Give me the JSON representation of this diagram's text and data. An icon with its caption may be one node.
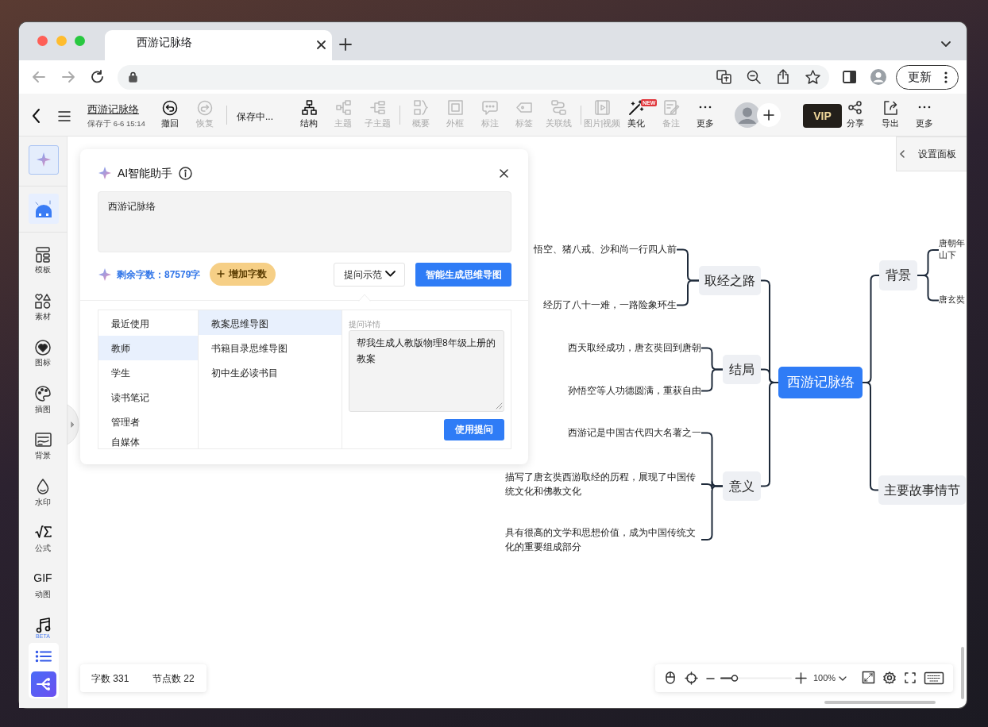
{
  "diagram": {
    "nodes": [
      {
        "text": [
          "西游记脉络"
        ]
      },
      {
        "text": [
          "取经之路"
        ]
      },
      {
        "text": [
          "结局"
        ]
      },
      {
        "text": [
          "意义"
        ]
      },
      {
        "text": [
          "背景"
        ]
      },
      {
        "text": [
          "主要故事情节"
        ]
      },
      {
        "text": [
          "悟空、猪八戒、沙和尚一行四人前"
        ]
      },
      {
        "text": [
          "经历了八十一难，一路险象环生"
        ]
      },
      {
        "text": [
          "西天取经成功，唐玄奘回到唐朝"
        ]
      },
      {
        "text": [
          "孙悟空等人功德圆满，重获自由"
        ]
      },
      {
        "text": [
          "西游记是中国古代四大名著之一"
        ]
      },
      {
        "text": [
          "描写了唐玄奘西游取经的历程，展现了中国传统文化和佛教文化"
        ]
      },
      {
        "text": [
          "具有很高的文学和思想价值，成为中国传统文化的重要组成部分"
        ]
      },
      {
        "text": [
          "唐朝年山下"
        ]
      },
      {
        "text": [
          "唐玄奘"
        ]
      }
    ],
    "edges": [
      {
        "from": 0,
        "to": 1,
        "arrow": "none"
      },
      {
        "from": 0,
        "to": 2,
        "arrow": "none"
      },
      {
        "from": 0,
        "to": 3,
        "arrow": "none"
      },
      {
        "from": 0,
        "to": 4,
        "arrow": "none"
      },
      {
        "from": 0,
        "to": 5,
        "arrow": "none"
      },
      {
        "from": 1,
        "to": 6,
        "arrow": "none"
      },
      {
        "from": 1,
        "to": 7,
        "arrow": "none"
      },
      {
        "from": 2,
        "to": 8,
        "arrow": "none"
      },
      {
        "from": 2,
        "to": 9,
        "arrow": "none"
      },
      {
        "from": 3,
        "to": 10,
        "arrow": "none"
      },
      {
        "from": 3,
        "to": 11,
        "arrow": "none"
      },
      {
        "from": 3,
        "to": 12,
        "arrow": "none"
      },
      {
        "from": 4,
        "to": 13,
        "arrow": "none"
      },
      {
        "from": 4,
        "to": 14,
        "arrow": "none"
      }
    ],
    "labels": [
      "西游记脉络",
      "西游记脉络",
      "保存于 6-6 15:14",
      "撤回",
      "恢复",
      "保存中...",
      "结构",
      "主题",
      "子主题",
      "概要",
      "外框",
      "标注",
      "标签",
      "关联线",
      "图片|视频",
      "美化",
      "NEW",
      "备注",
      "更多",
      "VIP",
      "分享",
      "导出",
      "更多",
      "更新",
      "设置面板",
      "模板",
      "素材",
      "图标",
      "插图",
      "背景",
      "水印",
      "公式",
      "GIF",
      "动图",
      "BETA",
      "AI智能助手",
      "西游记脉络",
      "剩余字数：87579字",
      "增加字数",
      "提问示范",
      "智能生成思维导图",
      "最近使用",
      "教师",
      "学生",
      "读书笔记",
      "管理者",
      "自媒体",
      "教案思维导图",
      "书籍目录思维导图",
      "初中生必读书目",
      "提问详情",
      "帮我生成人教版物理8年级上册的教案",
      "使用提问",
      "字数 331",
      "节点数 22",
      "100%"
    ]
  }
}
